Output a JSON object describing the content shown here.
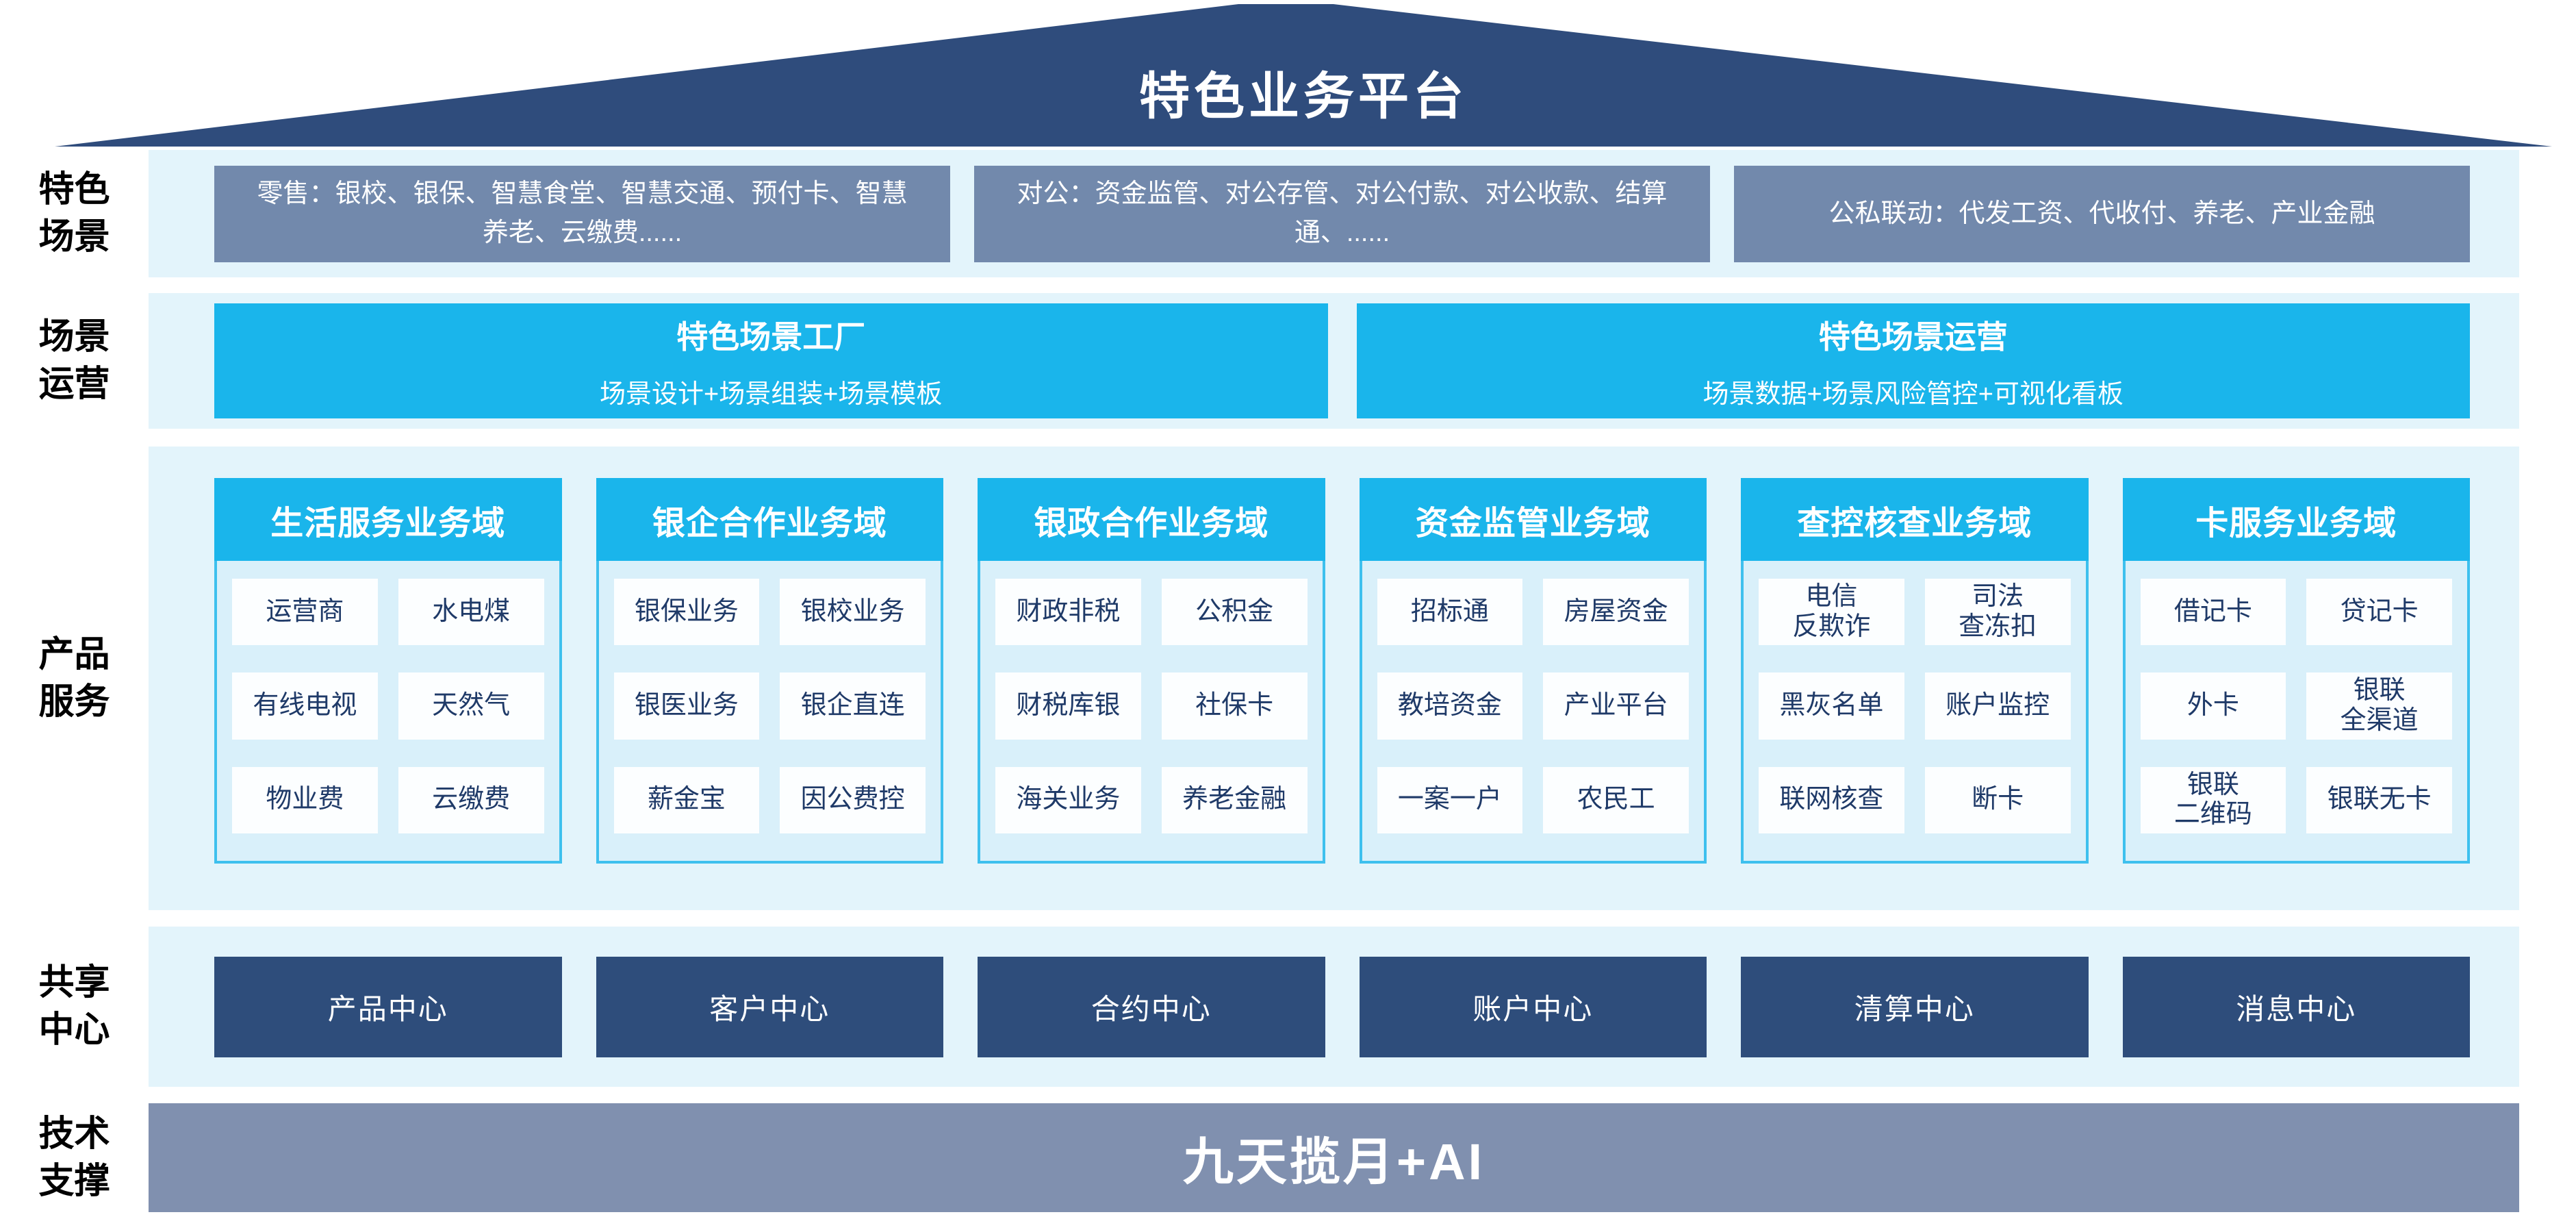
{
  "roof": {
    "title": "特色业务平台"
  },
  "sections": {
    "scenes": {
      "label": "特色\n场景",
      "boxes": [
        "零售：银校、银保、智慧食堂、智慧交通、预付卡、智慧养老、云缴费......",
        "对公：资金监管、对公存管、对公付款、对公收款、结算通、......",
        "公私联动：代发工资、代收付、养老、产业金融"
      ]
    },
    "operation": {
      "label": "场景\n运营",
      "boxes": [
        {
          "title": "特色场景工厂",
          "subtitle": "场景设计+场景组装+场景模板"
        },
        {
          "title": "特色场景运营",
          "subtitle": "场景数据+场景风险管控+可视化看板"
        }
      ]
    },
    "products": {
      "label": "产品\n服务",
      "columns": [
        {
          "header": "生活服务业务域",
          "items": [
            "运营商",
            "水电煤",
            "有线电视",
            "天然气",
            "物业费",
            "云缴费"
          ]
        },
        {
          "header": "银企合作业务域",
          "items": [
            "银保业务",
            "银校业务",
            "银医业务",
            "银企直连",
            "薪金宝",
            "因公费控"
          ]
        },
        {
          "header": "银政合作业务域",
          "items": [
            "财政非税",
            "公积金",
            "财税库银",
            "社保卡",
            "海关业务",
            "养老金融"
          ]
        },
        {
          "header": "资金监管业务域",
          "items": [
            "招标通",
            "房屋资金",
            "教培资金",
            "产业平台",
            "一案一户",
            "农民工"
          ]
        },
        {
          "header": "查控核查业务域",
          "items": [
            "电信\n反欺诈",
            "司法\n查冻扣",
            "黑灰名单",
            "账户监控",
            "联网核查",
            "断卡"
          ]
        },
        {
          "header": "卡服务业务域",
          "items": [
            "借记卡",
            "贷记卡",
            "外卡",
            "银联\n全渠道",
            "银联\n二维码",
            "银联无卡"
          ]
        }
      ]
    },
    "shared": {
      "label": "共享\n中心",
      "centers": [
        "产品中心",
        "客户中心",
        "合约中心",
        "账户中心",
        "清算中心",
        "消息中心"
      ]
    },
    "tech": {
      "label": "技术\n支撑",
      "title": "九天揽月+AI"
    }
  },
  "colors": {
    "roof_navy": "#2F4C7C",
    "band_background": "#E3F4FB",
    "scenario_gray_blue": "#7289AC",
    "accent_cyan": "#1AB5EB",
    "column_body_blue": "#D9F0FA",
    "column_border_cyan": "#3EC0EE",
    "cell_text_navy": "#1F3A68",
    "center_navy": "#2E4D7B",
    "tech_gray_blue": "#8090AF"
  }
}
